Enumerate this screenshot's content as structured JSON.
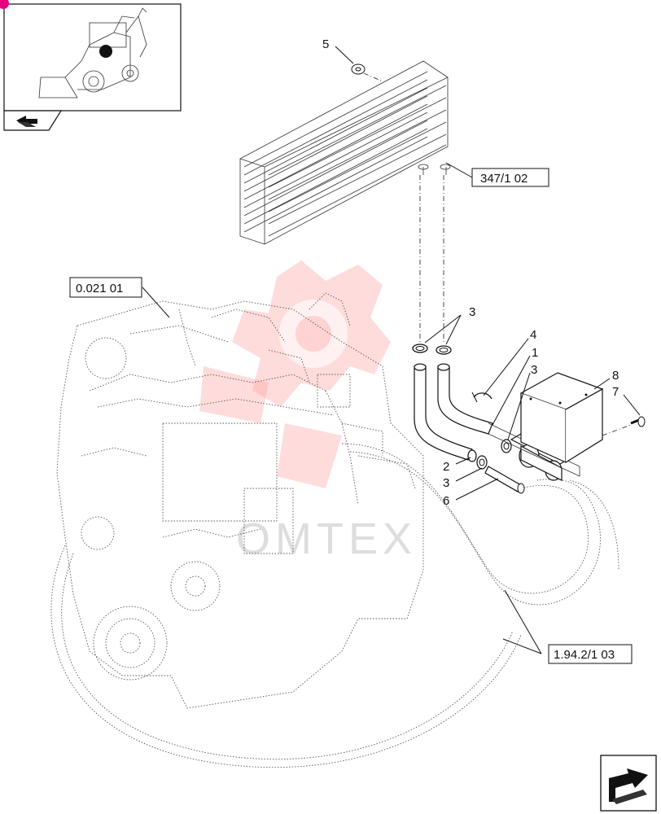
{
  "references": {
    "radiator_ref": "347/1 02",
    "engine_ref": "0.021 01",
    "hose_ref": "1.94.2/1 03"
  },
  "callouts": {
    "c1": "1",
    "c2": "2",
    "c3a": "3",
    "c3b": "3",
    "c3c": "3",
    "c4": "4",
    "c5": "5",
    "c6": "6",
    "c7": "7",
    "c8": "8"
  },
  "watermark": {
    "text": "OMTEX",
    "color": "#ff9a9a"
  },
  "icons": {
    "machine_thumbnail": "backhoe-loader-icon",
    "nav_prev": "page-back-arrow-icon",
    "nav_next": "page-forward-arrow-icon"
  }
}
